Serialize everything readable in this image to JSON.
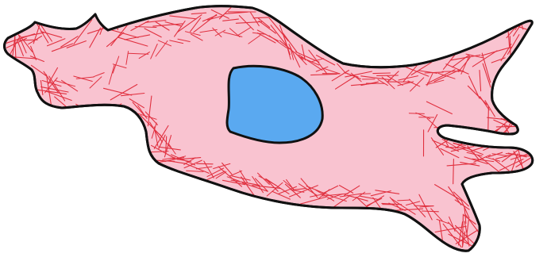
{
  "diagram": {
    "subject": "cell",
    "colors": {
      "background": "#ffffff",
      "cytoplasm": "#f9c3d0",
      "outline": "#111111",
      "nucleus": "#5aa9f0",
      "cytoskeleton": "#e0303f"
    },
    "parts": [
      {
        "id": "cell-body"
      },
      {
        "id": "nucleus"
      },
      {
        "id": "actin-filaments"
      }
    ]
  }
}
